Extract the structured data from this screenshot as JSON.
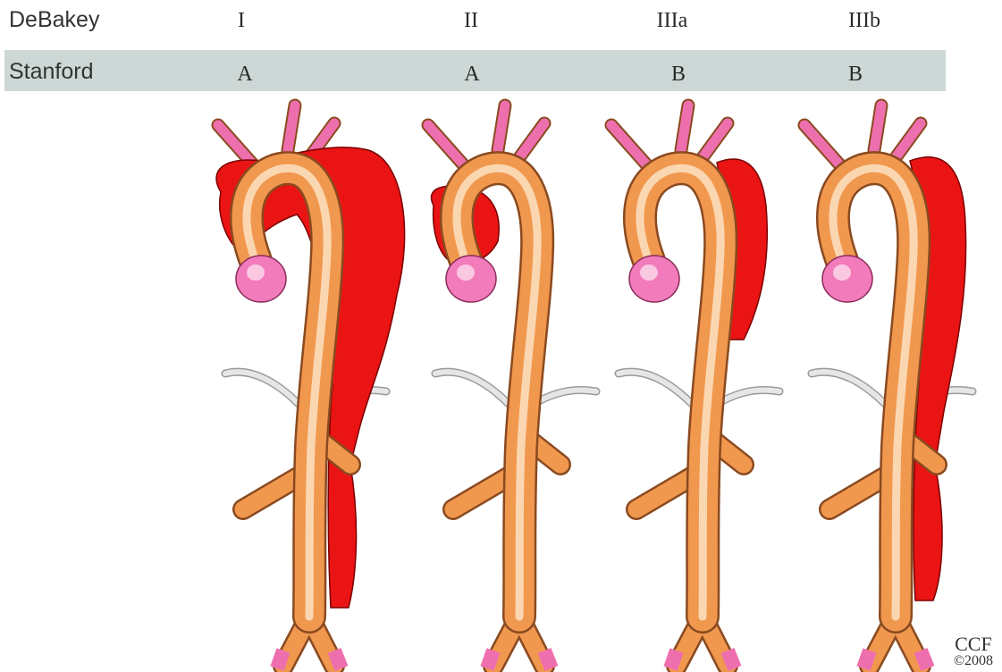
{
  "rows": {
    "debakey": {
      "label": "DeBakey",
      "types": [
        "I",
        "II",
        "IIIa",
        "IIIb"
      ]
    },
    "stanford": {
      "label": "Stanford",
      "types": [
        "A",
        "A",
        "B",
        "B"
      ]
    }
  },
  "credit": {
    "line1": "CCF",
    "line2": "©2008"
  },
  "colors": {
    "aorta": "#f1984f",
    "aorta_highlight": "#fde2c2",
    "aorta_edge": "#8a4a20",
    "false_lumen": "#ea1414",
    "false_lumen_edge": "#7a0000",
    "branches": "#ee6fae",
    "heart": "#f27bbb",
    "renal": "#e6e6e6",
    "band": "#cdd8d6"
  }
}
